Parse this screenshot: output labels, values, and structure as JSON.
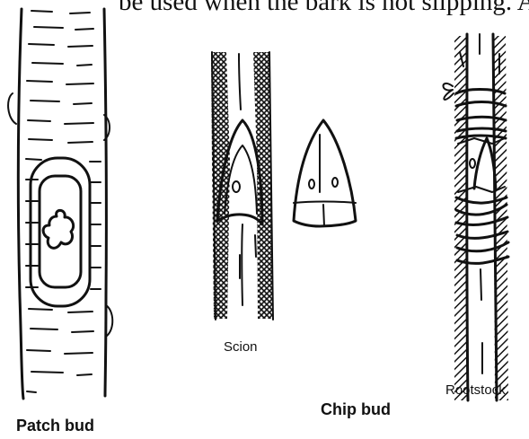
{
  "page_text": {
    "top_line": "be used when the bark is not slipping. A"
  },
  "labels": {
    "scion": "Scion",
    "rootstock": "Rootstock",
    "chip_bud": "Chip bud",
    "patch_bud": "Patch bud"
  }
}
